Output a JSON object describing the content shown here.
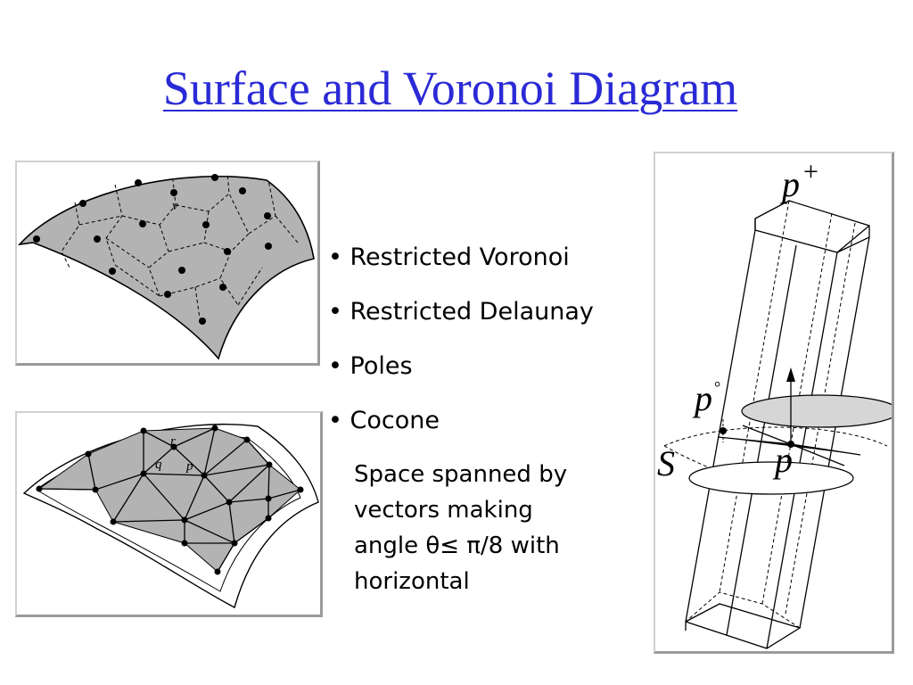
{
  "slide": {
    "title": "Surface and Voronoi Diagram",
    "bullets": [
      "• Restricted Voronoi",
      "• Restricted Delaunay",
      "• Poles",
      "• Cocone"
    ],
    "cocone_note": "Space spanned by vectors making angle θ≤ π/8 with horizontal"
  },
  "figures": {
    "voronoi": {
      "label_v": "v"
    },
    "delaunay": {
      "label_r": "r",
      "label_q": "q",
      "label_p": "p"
    },
    "cocone": {
      "label_p": "p",
      "label_pplus_base": "p",
      "label_pplus_sup": "+",
      "label_pcirc_base": "p",
      "label_pcirc_sup": "°",
      "label_s": "S"
    }
  },
  "colors": {
    "title": "#2a2ad6",
    "surface_fill": "#b3b3b3",
    "disk_fill": "#d6d6d6"
  }
}
